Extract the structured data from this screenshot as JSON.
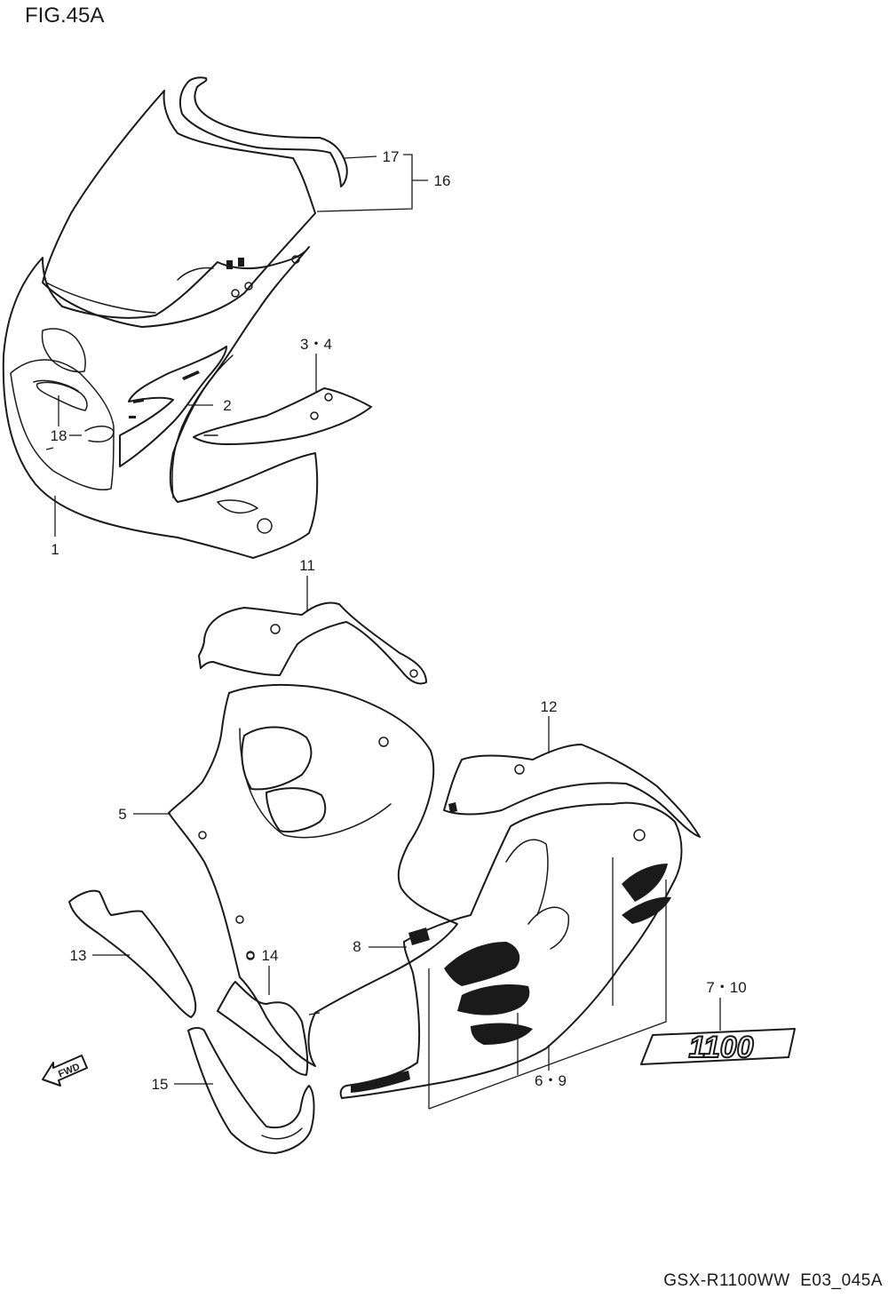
{
  "figure": {
    "title": "FIG.45A"
  },
  "footer": {
    "model": "GSX-R1100WW",
    "code": "E03_045A"
  },
  "callouts": {
    "c1": "1",
    "c2": "2",
    "c3_4": "3・4",
    "c5": "5",
    "c6_9": "6・9",
    "c7_10": "7・10",
    "c8": "8",
    "c11": "11",
    "c12": "12",
    "c13": "13",
    "c14": "14",
    "c15": "15",
    "c16": "16",
    "c17": "17",
    "c18": "18"
  },
  "emblem": {
    "text": "1100"
  },
  "fwd_arrow": {
    "label": "FWD"
  }
}
